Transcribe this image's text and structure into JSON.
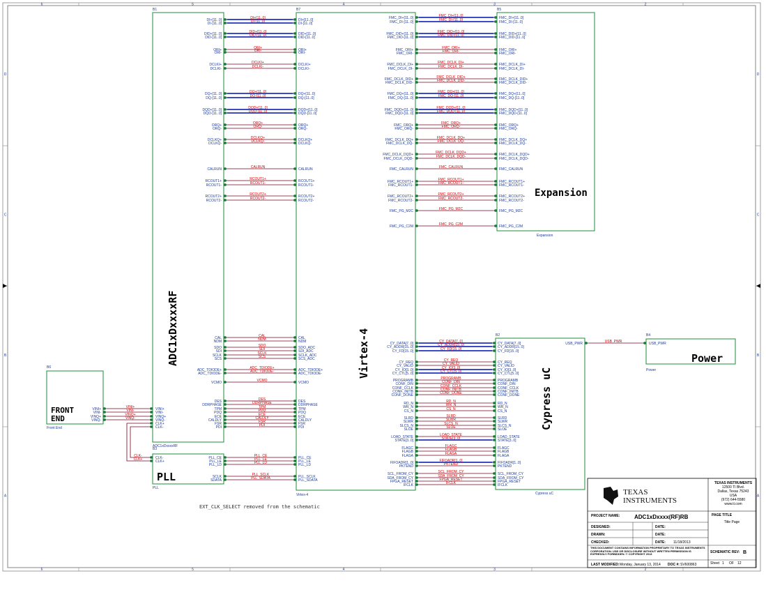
{
  "blocks": {
    "adc": {
      "ref": "B1",
      "title": "ADC1xDxxxxRF",
      "caption": "ADC1xDxxxxRF"
    },
    "virtex": {
      "ref": "B7",
      "title": "Virtex-4",
      "caption": "Virtex-4"
    },
    "expansion": {
      "ref": "B5",
      "title": "Expansion",
      "caption": "Expansion"
    },
    "cypress": {
      "ref": "B2",
      "title": "Cypress uC",
      "caption": "Cypress uC"
    },
    "power": {
      "ref": "B4",
      "title": "Power",
      "caption": "Power"
    },
    "frontend": {
      "ref": "B6",
      "title1": "FRONT",
      "title2": "END",
      "caption": "Front End"
    },
    "pll": {
      "ref": "B3",
      "title": "PLL",
      "caption": "PLL"
    }
  },
  "adc_virtex": [
    {
      "pins": [
        "DI+[11..0]",
        "DI-[11..0]"
      ],
      "nets": [
        "DI+[11..0]",
        "DI-[11..0]"
      ],
      "bus": true
    },
    {
      "pins": [
        "DID+[11..0]",
        "DID-[11..0]"
      ],
      "nets": [
        "DID+[11..0]",
        "DID-[11..0]"
      ],
      "bus": true
    },
    {
      "pins": [
        "ORI+",
        "ORI-"
      ],
      "nets": [
        "ORI+",
        "ORI-"
      ],
      "bus": false
    },
    {
      "pins": [
        "DCLKI+",
        "DCLKI-"
      ],
      "nets": [
        "DCLKI+",
        "DCLKI-"
      ],
      "bus": false
    },
    {
      "pins": [
        "DQ+[11..0]",
        "DQ-[11..0]"
      ],
      "nets": [
        "DQ+[11..0]",
        "DQ-[11..0]"
      ],
      "bus": true
    },
    {
      "pins": [
        "DQD+[11..0]",
        "DQD-[11..0]"
      ],
      "nets": [
        "DQD+[11..0]",
        "DQD-[11..0]"
      ],
      "bus": true
    },
    {
      "pins": [
        "ORQ+",
        "ORQ-"
      ],
      "nets": [
        "ORQ+",
        "ORQ-"
      ],
      "bus": false
    },
    {
      "pins": [
        "DCLKQ+",
        "DCLKQ-"
      ],
      "nets": [
        "DCLKQ+",
        "DCLKQ-"
      ],
      "bus": false
    },
    {
      "pins": [
        "CALRUN"
      ],
      "nets": [
        "CALRUN"
      ],
      "bus": false
    },
    {
      "pins": [
        "RCOUT1+",
        "RCOUT1-"
      ],
      "nets": [
        "RCOUT1+",
        "RCOUT1-"
      ],
      "bus": false
    },
    {
      "pins": [
        "RCOUT2+",
        "RCOUT2-"
      ],
      "nets": [
        "RCOUT2+",
        "RCOUT2-"
      ],
      "bus": false
    }
  ],
  "adc_virtex_lower": [
    {
      "pin": "CAL",
      "net": "CAL",
      "vpin": "CAL"
    },
    {
      "pin": "NDM",
      "net": "NDM",
      "vpin": "NDM"
    },
    {
      "pin": "SDO",
      "net": "SDO",
      "vpin": "SDO_ADC"
    },
    {
      "pin": "SDI",
      "net": "SDI",
      "vpin": "SDI_ADC"
    },
    {
      "pin": "SCLK",
      "net": "SCLK",
      "vpin": "SCLK_ADC"
    },
    {
      "pin": "SCS",
      "net": "SCS",
      "vpin": "SCS_ADC"
    },
    {
      "pin": "ADC_TDIODE+",
      "net": "ADC_TDIODE+",
      "vpin": "ADC_TDIODE+"
    },
    {
      "pin": "ADC_TDIODE-",
      "net": "ADC_TDIODE-",
      "vpin": "ADC_TDIODE-"
    },
    {
      "pin": "VCMO",
      "net": "VCMO",
      "vpin": "VCMO"
    },
    {
      "pin": "DES",
      "net": "DES",
      "vpin": "DES"
    },
    {
      "pin": "DDRPHASE",
      "net": "DDRPHASE",
      "vpin": "DDRPHASE"
    },
    {
      "pin": "TPM",
      "net": "TPM",
      "vpin": "TPM"
    },
    {
      "pin": "PDQ",
      "net": "PDQ",
      "vpin": "PDQ"
    },
    {
      "pin": "ECE",
      "net": "ECE",
      "vpin": "ECE"
    },
    {
      "pin": "CALDLY",
      "net": "CALDLY",
      "vpin": "CALDLY"
    },
    {
      "pin": "FSR",
      "net": "FSR",
      "vpin": "FSR"
    },
    {
      "pin": "PDI",
      "net": "PDI",
      "vpin": "PDI"
    }
  ],
  "virtex_expansion": [
    {
      "pins": [
        "FMC_DI+[11..0]",
        "FMC_DI-[11..0]"
      ],
      "bus": true
    },
    {
      "pins": [
        "FMC_DID+[11..0]",
        "FMC_DID-[11..0]"
      ],
      "bus": true
    },
    {
      "pins": [
        "FMC_ORI+",
        "FMC_ORI-"
      ],
      "bus": false
    },
    {
      "pins": [
        "FMC_DCLK_DI+",
        "FMC_DCLK_DI-"
      ],
      "bus": false
    },
    {
      "pins": [
        "FMC_DCLK_DID+",
        "FMC_DCLK_DID-"
      ],
      "bus": false
    },
    {
      "pins": [
        "FMC_DQ+[11..0]",
        "FMC_DQ-[11..0]"
      ],
      "bus": true
    },
    {
      "pins": [
        "FMC_DQD+[11..0]",
        "FMC_DQD-[11..0]"
      ],
      "bus": true
    },
    {
      "pins": [
        "FMC_ORQ+",
        "FMC_ORQ-"
      ],
      "bus": false
    },
    {
      "pins": [
        "FMC_DCLK_DQ+",
        "FMC_DCLK_DQ-"
      ],
      "bus": false
    },
    {
      "pins": [
        "FMC_DCLK_DQD+",
        "FMC_DCLK_DQD-"
      ],
      "bus": false
    },
    {
      "pins": [
        "FMC_CALRUN"
      ],
      "bus": false
    },
    {
      "pins": [
        "FMC_RCOUT1+",
        "FMC_RCOUT1-"
      ],
      "bus": false
    },
    {
      "pins": [
        "FMC_RCOUT2+",
        "FMC_RCOUT2-"
      ],
      "bus": false
    },
    {
      "pins": [
        "FMC_PG_M2C"
      ],
      "bus": false
    },
    {
      "pins": [
        "FMC_PG_C2M"
      ],
      "bus": false
    }
  ],
  "virtex_cypress": [
    {
      "vpin": "CY_DATA[7..0]",
      "net": "CY_DATA[7..0]",
      "cpin": "CY_DATA[7..0]",
      "bus": true
    },
    {
      "vpin": "CY_ADDR[15..0]",
      "net": "CY_ADDR[15..0]",
      "cpin": "CY_ADDR[15..0]",
      "bus": true
    },
    {
      "vpin": "CY_FD[15..0]",
      "net": "CY_FD[15..0]",
      "cpin": "CY_FD[15..0]",
      "bus": true
    },
    {
      "vpin": "CY_REQ",
      "net": "CY_REQ",
      "cpin": "CY_REQ",
      "bus": false
    },
    {
      "vpin": "CY_VALID",
      "net": "CY_VALID",
      "cpin": "CY_VALID",
      "bus": false
    },
    {
      "vpin": "CY_IO[3..0]",
      "net": "CY_IO[3..0]",
      "cpin": "CY_IO[3..0]",
      "bus": true
    },
    {
      "vpin": "CY_CTL[5..0]",
      "net": "CY_CTL[5..0]",
      "cpin": "CY_CTL[5..0]",
      "bus": true
    },
    {
      "vpin": "PROGRAMB",
      "net": "PROGRAMB",
      "cpin": "PROGRAMB",
      "bus": false
    },
    {
      "vpin": "CONF_DIN",
      "net": "CONF_DIN",
      "cpin": "CONF_DIN",
      "bus": false
    },
    {
      "vpin": "CONF_CCLK",
      "net": "CONF_CCLK",
      "cpin": "CONF_CCLK",
      "bus": false
    },
    {
      "vpin": "CONF_INITB",
      "net": "CONF_INITB",
      "cpin": "CONF_INITB",
      "bus": false
    },
    {
      "vpin": "CONF_DONE",
      "net": "CONF_DONE",
      "cpin": "CONF_DONE",
      "bus": false
    },
    {
      "vpin": "RD_N",
      "net": "RD_N",
      "cpin": "RD_N",
      "bus": false
    },
    {
      "vpin": "WR_N",
      "net": "WR_N",
      "cpin": "WR_N",
      "bus": false
    },
    {
      "vpin": "CS_N",
      "net": "CS_N",
      "cpin": "CS_N",
      "bus": false
    },
    {
      "vpin": "SLRD",
      "net": "SLRD",
      "cpin": "SLRD",
      "bus": false
    },
    {
      "vpin": "SLWR",
      "net": "SLWR",
      "cpin": "SLWR",
      "bus": false
    },
    {
      "vpin": "SLCS_N",
      "net": "SLCS_N",
      "cpin": "SLCS_N",
      "bus": false
    },
    {
      "vpin": "SLOE",
      "net": "SLOE",
      "cpin": "SLOE",
      "bus": false
    },
    {
      "vpin": "LOAD_STATE",
      "net": "LOAD_STATE",
      "cpin": "LOAD_STATE",
      "bus": false
    },
    {
      "vpin": "STATE[3..0]",
      "net": "STATE[3..0]",
      "cpin": "STATE[3..0]",
      "bus": true
    },
    {
      "vpin": "FLAGC",
      "net": "FLAGC",
      "cpin": "FLAGC",
      "bus": false
    },
    {
      "vpin": "FLAGB",
      "net": "FLAGB",
      "cpin": "FLAGB",
      "bus": false
    },
    {
      "vpin": "FLAGA",
      "net": "FLAGA",
      "cpin": "FLAGA",
      "bus": false
    },
    {
      "vpin": "FIFOADR[1..0]",
      "net": "FIFOADR[1..0]",
      "cpin": "FIFOADR[1..0]",
      "bus": true
    },
    {
      "vpin": "PKTEND",
      "net": "PKTEND",
      "cpin": "PKTEND",
      "bus": false
    },
    {
      "vpin": "SCL_FROM_CY",
      "net": "SCL_FROM_CY",
      "cpin": "SCL_FROM_CY",
      "bus": false
    },
    {
      "vpin": "SDA_FROM_CY",
      "net": "SDA_FROM_CY",
      "cpin": "SDA_FROM_CY",
      "bus": false
    },
    {
      "vpin": "FPGA_RESET",
      "net": "FPGA_RESET",
      "cpin": "FPGA_RESET",
      "bus": false
    },
    {
      "vpin": "IFCLK",
      "net": "IFCLK",
      "cpin": "IFCLK",
      "bus": false
    }
  ],
  "frontend_adc": [
    {
      "fe": "VINI+",
      "net": "VINI+",
      "adc": "VINI+"
    },
    {
      "fe": "VINI-",
      "net": "VINI-",
      "adc": "VINI-"
    },
    {
      "fe": "VINQ+",
      "net": "VINQ+",
      "adc": "VINQ+"
    },
    {
      "fe": "VINQ-",
      "net": "VINQ-",
      "adc": "VINQ-"
    }
  ],
  "adc_clk": [
    "CLK+",
    "CLK-"
  ],
  "pll_pins_left": [
    "CLK-",
    "CLK+"
  ],
  "pll_virtex": [
    {
      "pin": "PLL_CE",
      "net": "PLL_CE",
      "vpin": "PLL_CE"
    },
    {
      "pin": "PLL_LE",
      "net": "PLL_LE",
      "vpin": "PLL_LE"
    },
    {
      "pin": "PLL_LD",
      "net": "PLL_LD",
      "vpin": "PLL_LD"
    },
    {
      "pin": "SCLK",
      "net": "PLL_SCLK",
      "vpin": "PLL_SCLK"
    },
    {
      "pin": "SDATA",
      "net": "PLL_SDATA",
      "vpin": "PLL_SDATA"
    }
  ],
  "usb": {
    "cpin": "USB_PWR",
    "net": "USB_PWR",
    "ppin": "USB_PWR"
  },
  "note": "EXT_CLK_SELECT removed from the schematic",
  "border_cols": [
    "6",
    "5",
    "4",
    "3",
    "2",
    "1"
  ],
  "border_rows": [
    "D",
    "C",
    "B",
    "A"
  ],
  "title_block": {
    "company_line1": "TEXAS INSTRUMENTS",
    "company_line2": "12500 TI Blvd.",
    "company_line3": "Dallas, Texas 75243",
    "company_line4": "USA",
    "company_line5": "(972) 644-5580",
    "company_line6": "www.ti.com",
    "logo_text1": "TEXAS",
    "logo_text2": "INSTRUMENTS",
    "project_label": "PROJECT NAME:",
    "project_name": "ADC1xDxxxx(RF)RB",
    "page_title_label": "PAGE TITLE",
    "page_title": "Title Page",
    "designed_label": "DESIGNED:",
    "drawn_label": "DRAWN:",
    "checked_label": "CHECKED:",
    "date_label": "DATE:",
    "checked_date": "11/18/2013",
    "disclaimer": "THIS DOCUMENT CONTAINS INFORMATION PROPRIETARY TO TEXAS INSTRUMENTS CORPORATION. USE OR DISCLOSURE WITHOUT WRITTEN PERMISSION IS EXPRESSLY FORBIDDEN. © COPYRIGHT 2013",
    "schematic_rev_label": "SCHEMATIC REV:",
    "schematic_rev": "B",
    "last_modified_label": "LAST MODIFIED:",
    "last_modified": "Monday, January 13, 2014",
    "doc_label": "DOC #:",
    "doc_number": "SV600863",
    "sheet_label": "Sheet",
    "sheet_num": "1",
    "of_label": "OF",
    "sheet_total": "12"
  },
  "colors": {
    "net": "#cc0000",
    "bus": "#2233bb",
    "pin": "#1b3a9a",
    "wire": "#7a0022",
    "block": "#1e8c3a",
    "pinpad": "#1e7a3a"
  }
}
